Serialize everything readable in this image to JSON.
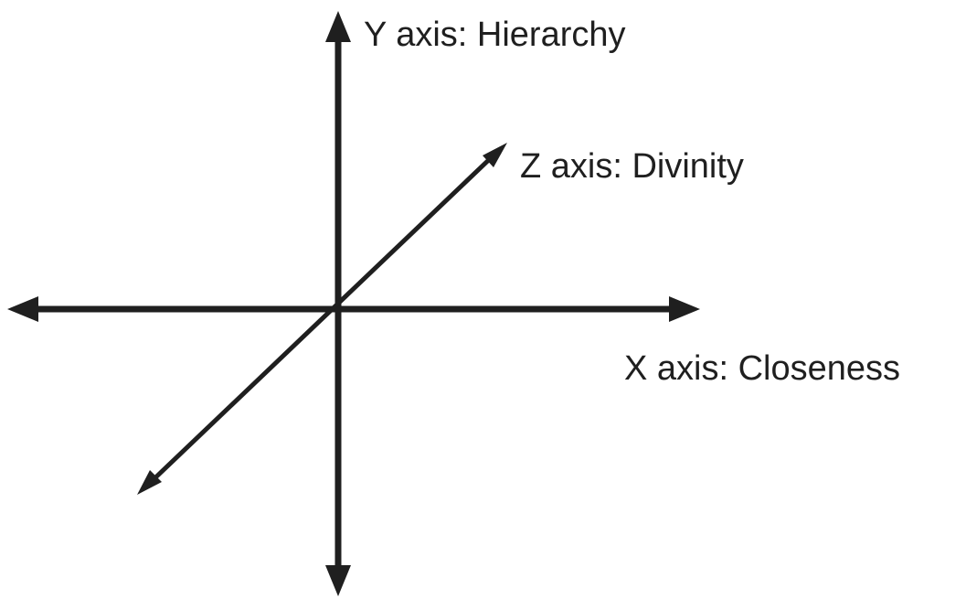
{
  "diagram": {
    "axes": {
      "y": {
        "label": "Y axis: Hierarchy"
      },
      "z": {
        "label": "Z axis: Divinity"
      },
      "x": {
        "label": "X axis: Closeness"
      }
    },
    "colors": {
      "axis_stroke": "#1f1f1f",
      "label_text": "#1f1f1f",
      "background": "#ffffff"
    }
  }
}
